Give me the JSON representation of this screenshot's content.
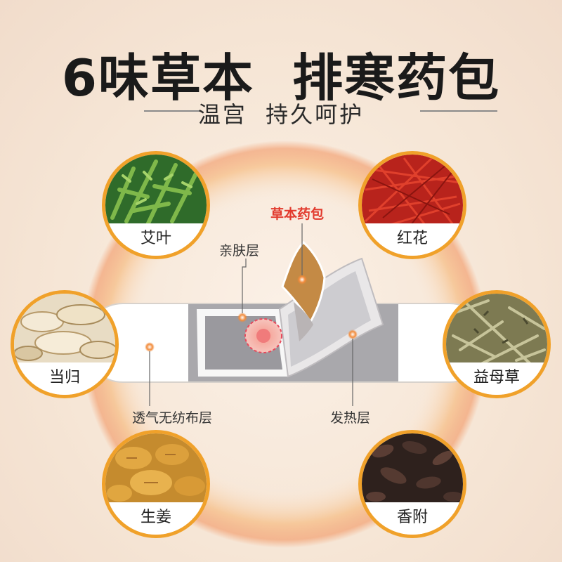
{
  "header": {
    "title": "6味草本  排寒药包",
    "subtitle": "温宫  持久呵护"
  },
  "herbs": [
    {
      "label": "艾叶",
      "icon": "mugwort-leaf-icon"
    },
    {
      "label": "红花",
      "icon": "safflower-icon"
    },
    {
      "label": "当归",
      "icon": "angelica-slices-icon"
    },
    {
      "label": "益母草",
      "icon": "motherwort-icon"
    },
    {
      "label": "生姜",
      "icon": "ginger-icon"
    },
    {
      "label": "香附",
      "icon": "cyperus-icon"
    }
  ],
  "patch": {
    "layers": {
      "herbal_pack": "草本药包",
      "skin_layer": "亲肤层",
      "nonwoven_layer": "透气无纺布层",
      "heating_layer": "发热层"
    }
  },
  "colors": {
    "accent_ring": "#f0a12a",
    "highlight_red": "#e23b2e",
    "heat_glow": "#f07a3a"
  }
}
